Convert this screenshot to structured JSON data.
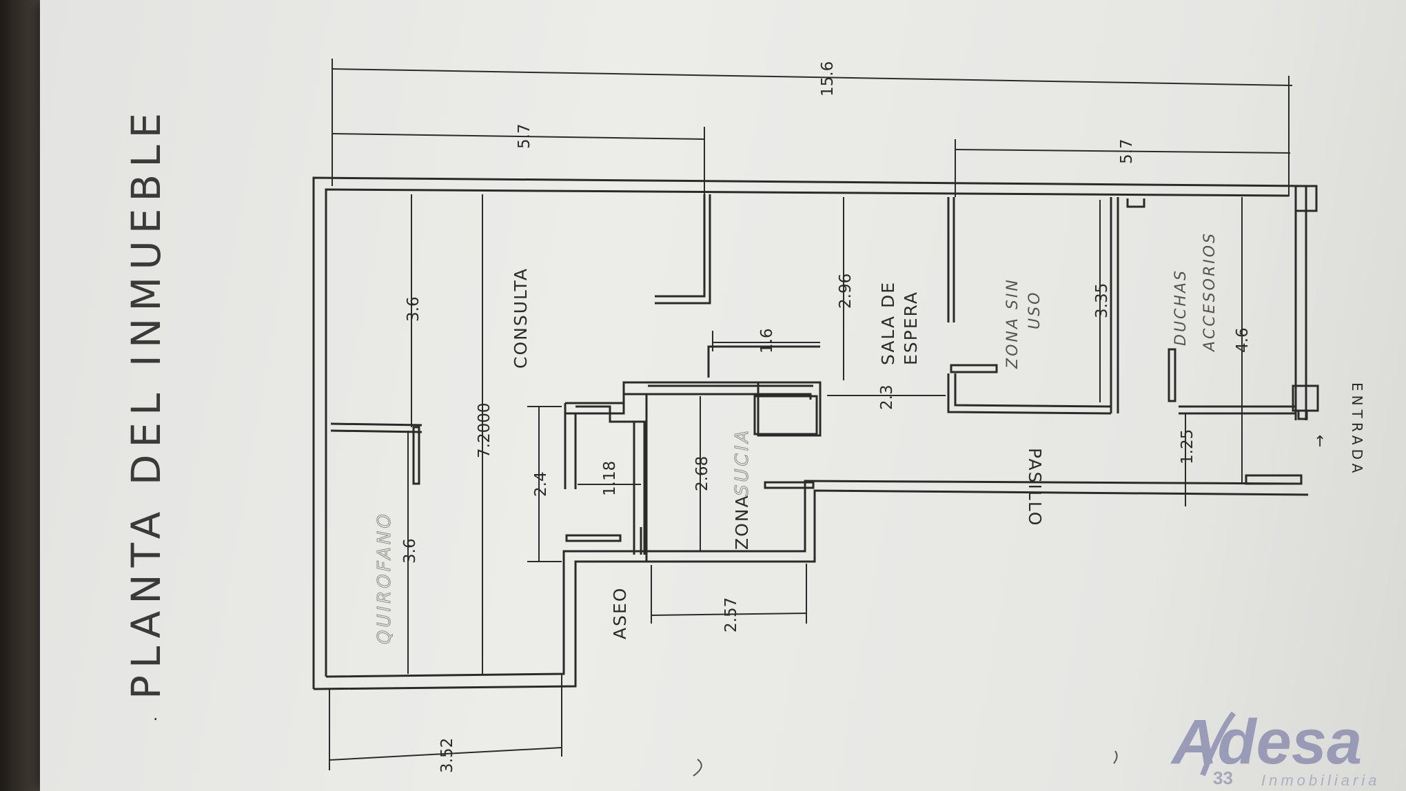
{
  "title": "PLANTA DEL INMUEBLE",
  "rooms": {
    "consulta": "CONSULTA",
    "sala_de_espera_1": "SALA DE",
    "sala_de_espera_2": "ESPERA",
    "aseo": "ASEO",
    "zona_sucia_1": "ZONA",
    "zona_sucia_2": "SUCIA",
    "pasillo": "PASILLO",
    "entrada": "ENTRADA"
  },
  "handwritten": {
    "quirofano": "QUIROFANO",
    "zona_sin_uso_1": "ZONA SIN",
    "zona_sin_uso_2": "USO",
    "duchas_1": "DUCHAS",
    "duchas_2": "ACCESORIOS"
  },
  "dimensions": {
    "total_length": "15.6",
    "consulta_span": "5.7",
    "right_span": "5.7",
    "quirofano_width_top": "3.6",
    "quirofano_width_bottom": "3.6",
    "room_height": "7.2000",
    "sala_depth": "2.96",
    "sala_step": "1.6",
    "corridor_gap": "2.3",
    "sin_uso_height": "3.35",
    "duchas_height": "4.6",
    "pasillo_width": "1.25",
    "aseo_height": "2.4",
    "aseo_width": "1.18",
    "zona_sucia_height": "2.68",
    "zona_sucia_width": "2.57",
    "left_block_width": "3.52"
  },
  "logo": {
    "name": "Adesa",
    "number": "33",
    "tagline": "Inmobiliaria"
  }
}
